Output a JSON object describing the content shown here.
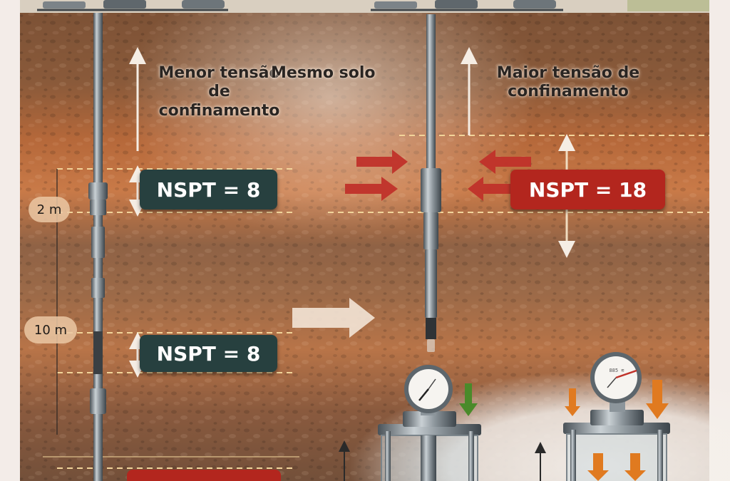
{
  "labels": {
    "left_heading": "Menor tensão de confinamento",
    "center_heading": "Mesmo solo",
    "right_heading": "Maior tensão de confinamento"
  },
  "badges": {
    "left_upper": "NSPT = 8",
    "left_lower": "NSPT = 8",
    "right": "NSPT = 18"
  },
  "depths": {
    "upper": "2 m",
    "lower": "10 m"
  },
  "gauges": {
    "left_face_text": "",
    "right_face_text": "885   ≋"
  },
  "colors": {
    "nspt_low": "#27403f",
    "nspt_high": "#b3261e",
    "confinement_arrows": "#c0322a",
    "stress_arrows": "#e07a20",
    "down_arrow_left": "#4a8a2a"
  },
  "icons": [
    "drill-rod-icon",
    "pressure-gauge-icon",
    "triaxial-cell-icon",
    "arrow-icon"
  ]
}
